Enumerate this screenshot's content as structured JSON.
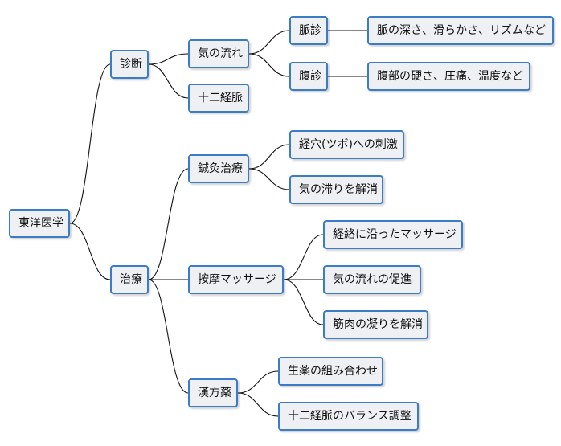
{
  "root": "東洋医学",
  "diagnosis": {
    "label": "診断",
    "ki_flow": {
      "label": "気の流れ",
      "pulse": {
        "label": "脈診",
        "detail": "脈の深さ、滑らかさ、リズムなど"
      },
      "abdomen": {
        "label": "腹診",
        "detail": "腹部の硬さ、圧痛、温度など"
      }
    },
    "meridians": "十二経脈"
  },
  "treatment": {
    "label": "治療",
    "acupuncture": {
      "label": "鍼灸治療",
      "items": [
        "経穴(ツボ)への刺激",
        "気の滞りを解消"
      ]
    },
    "massage": {
      "label": "按摩マッサージ",
      "items": [
        "経絡に沿ったマッサージ",
        "気の流れの促進",
        "筋肉の凝りを解消"
      ]
    },
    "herbal": {
      "label": "漢方薬",
      "items": [
        "生薬の組み合わせ",
        "十二経脈のバランス調整"
      ]
    }
  }
}
